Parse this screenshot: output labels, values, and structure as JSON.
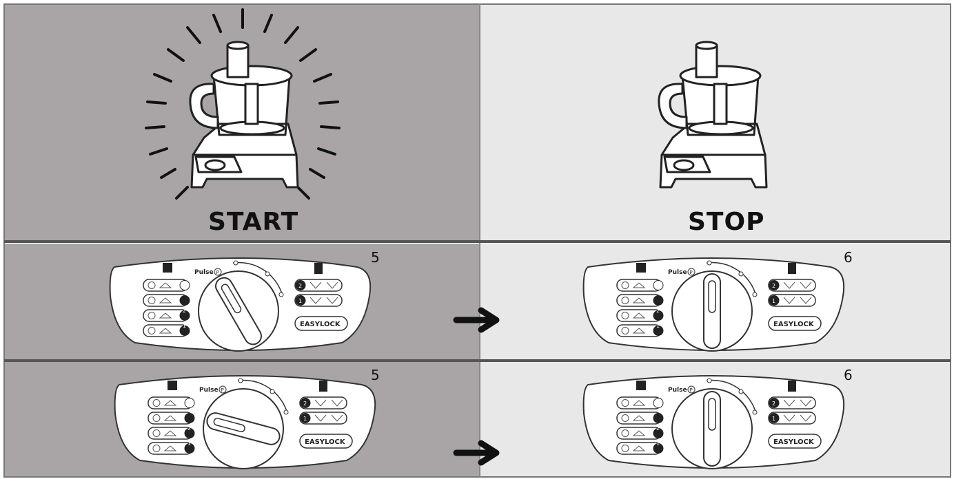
{
  "top": {
    "start_label": "START",
    "stop_label": "STOP"
  },
  "rows": [
    {
      "left_step": "5",
      "right_step": "6"
    },
    {
      "left_step": "5",
      "right_step": "6"
    }
  ],
  "panel": {
    "pulse_label": "Pulse",
    "pulse_mark": "P",
    "badge_label": "EASYLOCK",
    "speeds_left": [
      "2",
      "1"
    ],
    "speeds_right": [
      "2",
      "1"
    ]
  },
  "colors": {
    "dark_bg": "#a9a5a6",
    "light_bg": "#e8e8e8",
    "line": "#555555"
  }
}
